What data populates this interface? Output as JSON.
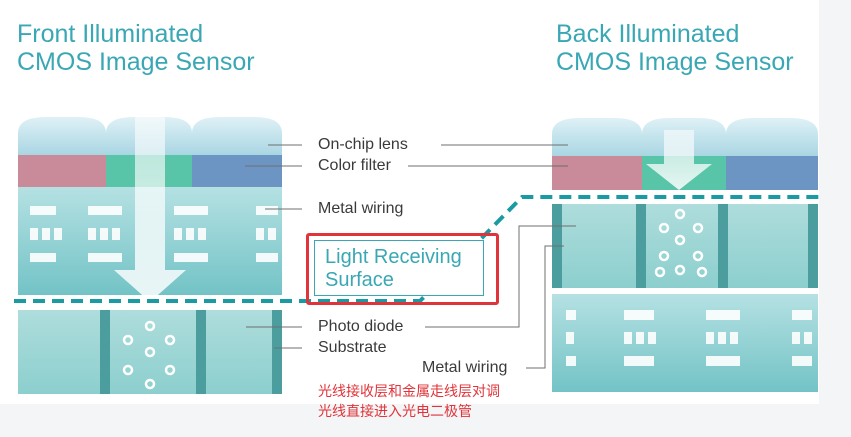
{
  "titles": {
    "front_line1": "Front Illuminated",
    "front_line2": "CMOS Image Sensor",
    "back_line1": "Back Illuminated",
    "back_line2": "CMOS Image Sensor"
  },
  "labels": {
    "on_chip_lens": "On-chip lens",
    "color_filter": "Color filter",
    "metal_wiring_left": "Metal wiring",
    "photo_diode": "Photo diode",
    "substrate": "Substrate",
    "metal_wiring_right": "Metal wiring"
  },
  "callout": {
    "line1": "Light Receiving",
    "line2": "Surface"
  },
  "notes": {
    "line1": "光线接收层和金属走线层对调",
    "line2": "光线直接进入光电二极管"
  },
  "colors": {
    "teal": "#3aa7b4",
    "dashed_line": "#1a9aa3",
    "filter_red": "#c98a9a",
    "filter_green": "#58c4a8",
    "filter_blue": "#6d95c4",
    "highlight": "#e0343a"
  }
}
